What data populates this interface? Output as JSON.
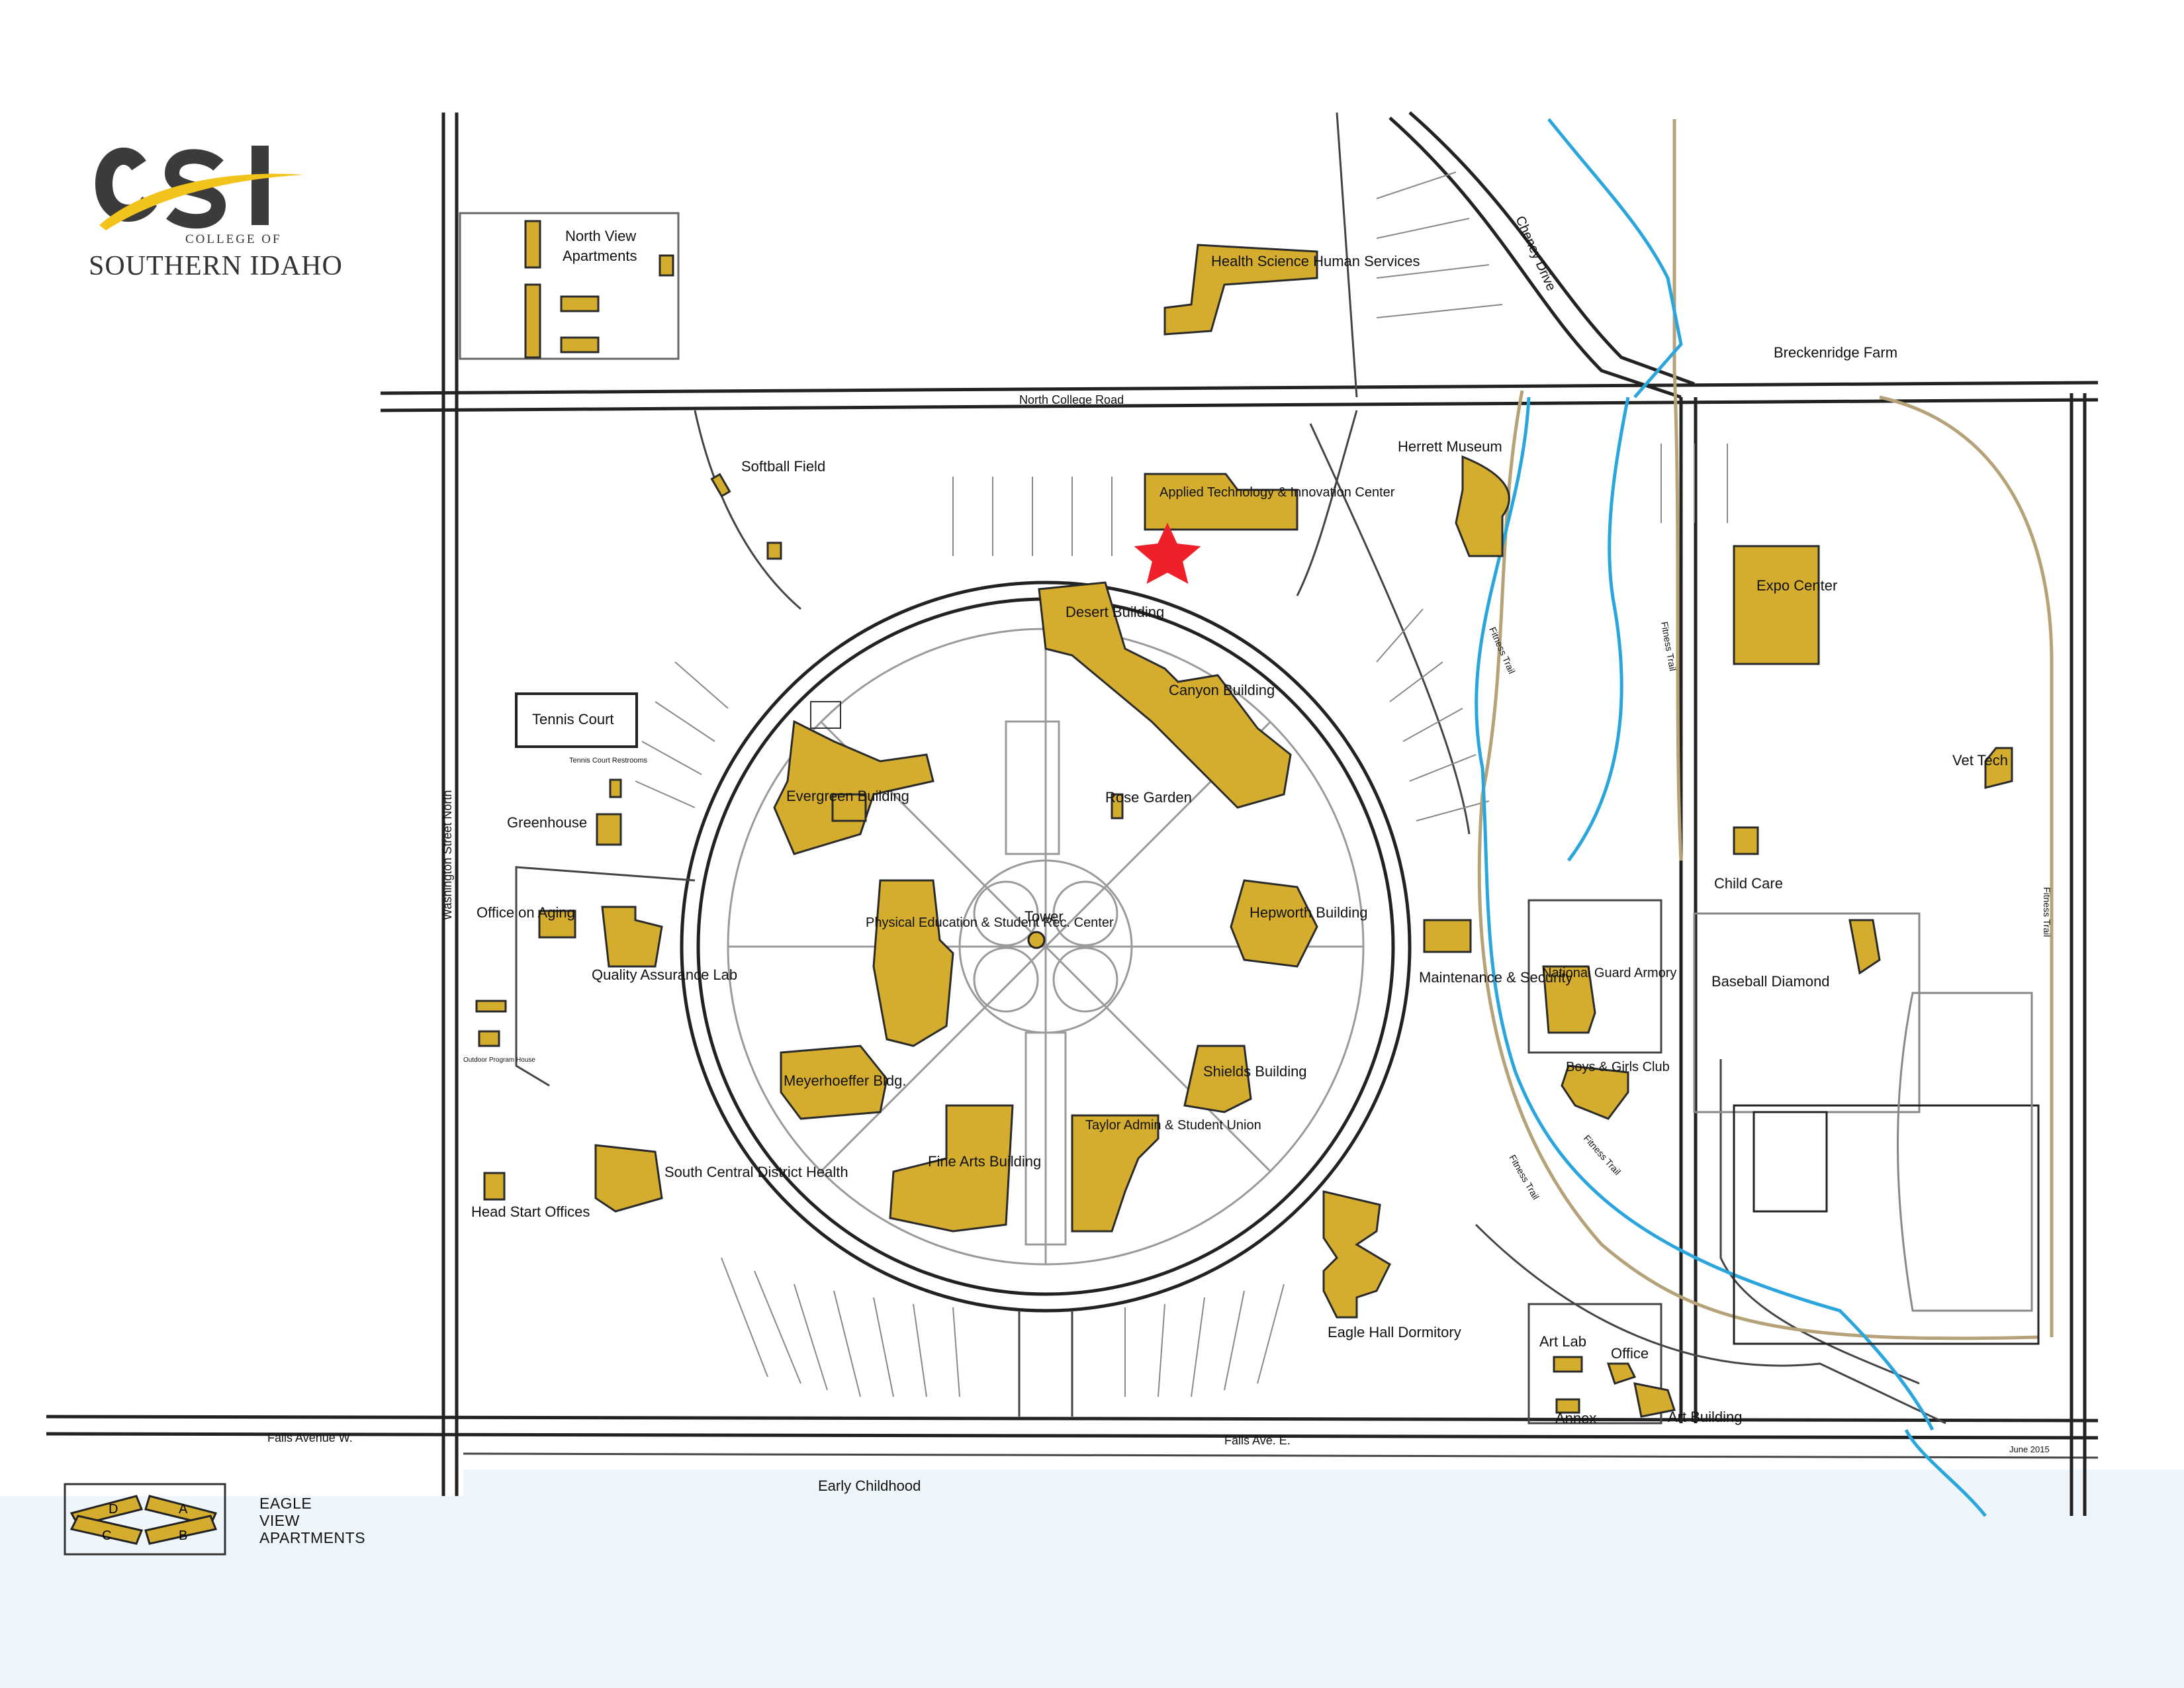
{
  "logo": {
    "letters": "CSI",
    "college_of": "COLLEGE OF",
    "name": "SOUTHERN IDAHO",
    "colors": {
      "arc": "#f2c31b",
      "letters": "#3b3b3b"
    }
  },
  "colors": {
    "building": "#d4ad2e",
    "road": "#222222",
    "walkway": "#9a9a9a",
    "trail": "#b5a278",
    "creek": "#2aa6dc",
    "you_are_here_star": "#f0202a",
    "background_band": "#eff6fb"
  },
  "marker": {
    "name": "star-marker",
    "color": "#f0202a"
  },
  "streets": {
    "north_college_road": "North College Road",
    "washington_street_north": "Washington Street North",
    "cheney_drive": "Cheney Drive",
    "falls_avenue_w": "Falls Avenue W.",
    "falls_ave_e": "Falls Ave. E.",
    "fitness_trail": "Fitness Trail"
  },
  "labels": {
    "north_view_apartments": "North View Apartments",
    "health_science": "Health Science Human Services",
    "breckenridge_farm": "Breckenridge Farm",
    "softball_field": "Softball Field",
    "applied_technology": "Applied Technology & Innovation Center",
    "herrett_museum": "Herrett Museum",
    "expo_center": "Expo Center",
    "tennis_court": "Tennis Court",
    "tennis_court_restrooms": "Tennis Court Restrooms",
    "desert_building": "Desert Building",
    "canyon_building": "Canyon Building",
    "evergreen_building": "Evergreen Building",
    "rose_garden": "Rose Garden",
    "greenhouse": "Greenhouse",
    "vet_tech": "Vet Tech",
    "child_care": "Child Care",
    "office_on_aging": "Office on Aging",
    "quality_assurance_lab": "Quality Assurance Lab",
    "physical_education": "Physical Education & Student Rec. Center",
    "tower": "Tower",
    "hepworth_building": "Hepworth Building",
    "maintenance_security": "Maintenance & Security",
    "national_guard_armory": "National Guard Armory",
    "baseball_diamond": "Baseball Diamond",
    "outdoor_program_house": "Outdoor Program House",
    "meyerhoeffer_bldg": "Meyerhoeffer Bldg.",
    "shields_building": "Shields Building",
    "boys_girls_club": "Boys & Girls Club",
    "south_central_district_health": "South Central District Health",
    "fine_arts_building": "Fine Arts Building",
    "taylor_admin": "Taylor Admin & Student Union",
    "head_start_offices": "Head Start Offices",
    "eagle_hall_dormitory": "Eagle Hall Dormitory",
    "art_lab": "Art Lab",
    "office": "Office",
    "annex": "Annex",
    "art_building": "Art Building",
    "early_childhood": "Early Childhood",
    "date": "June 2015"
  },
  "legend": {
    "title_lines": [
      "EAGLE",
      "VIEW",
      "APARTMENTS"
    ],
    "units": [
      "D",
      "A",
      "C",
      "B"
    ]
  }
}
